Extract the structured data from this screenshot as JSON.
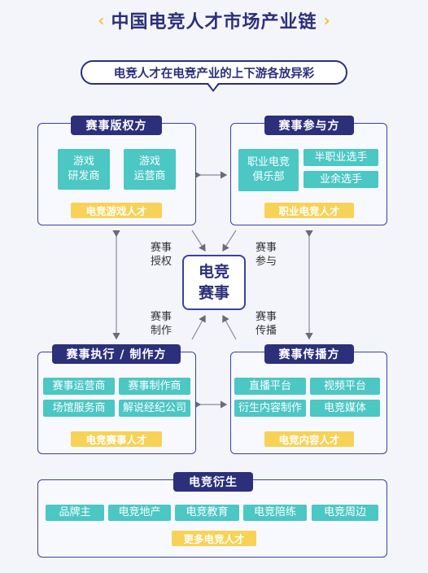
{
  "title": "中国电竞人才市场产业链",
  "title_left_icon": "‹",
  "title_right_icon": "›",
  "subtitle": "电竞人才在电竞产业的上下游各放异彩",
  "center": {
    "line1": "电竞",
    "line2": "赛事"
  },
  "labels": {
    "top_left": [
      "赛事",
      "授权"
    ],
    "top_right": [
      "赛事",
      "参与"
    ],
    "bottom_left": [
      "赛事",
      "制作"
    ],
    "bottom_right": [
      "赛事",
      "传播"
    ]
  },
  "boxes": {
    "rights": {
      "header": "赛事版权方",
      "chips": [
        [
          "游戏",
          "研发商"
        ],
        [
          "游戏",
          "运营商"
        ]
      ],
      "talent": "电竞游戏人才"
    },
    "participants": {
      "header": "赛事参与方",
      "club": [
        "职业电竞",
        "俱乐部"
      ],
      "chips": [
        "半职业选手",
        "业余选手"
      ],
      "talent": "职业电竞人才"
    },
    "execution": {
      "header": "赛事执行 / 制作方",
      "chips": [
        "赛事运营商",
        "赛事制作商",
        "场馆服务商",
        "解说经纪公司"
      ],
      "talent": "电竞赛事人才"
    },
    "broadcast": {
      "header": "赛事传播方",
      "chips": [
        "直播平台",
        "视频平台",
        "衍生内容制作",
        "电竞媒体"
      ],
      "talent": "电竞内容人才"
    },
    "derivative": {
      "header": "电竞衍生",
      "chips": [
        "品牌主",
        "电竞地产",
        "电竞教育",
        "电竞陪练",
        "电竞周边"
      ],
      "talent": "更多电竞人才"
    }
  },
  "colors": {
    "navy": "#2c2f7a",
    "teal": "#4bc7c4",
    "yellow": "#f7d256",
    "background": "#f3f5fb"
  }
}
